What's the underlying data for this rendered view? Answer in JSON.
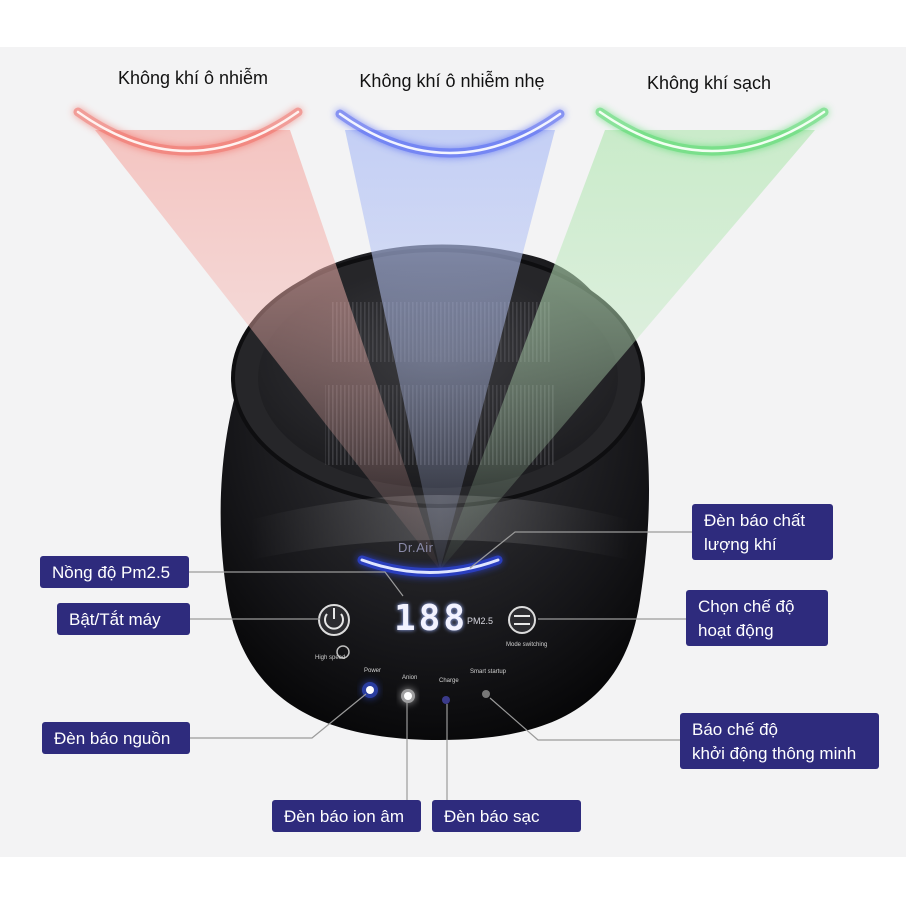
{
  "quality_indicators": [
    {
      "label": "Không khí ô nhiễm",
      "color": "#f05a50"
    },
    {
      "label": "Không khí ô nhiễm nhẹ",
      "color": "#4a5ff5"
    },
    {
      "label": "Không khí sạch",
      "color": "#4fd86a"
    }
  ],
  "device": {
    "brand": "Dr.Air",
    "display_value": "188",
    "display_unit": "PM2.5",
    "button_labels": {
      "power": "Power",
      "anion": "Anion",
      "charge": "Charge",
      "smart_startup": "Smart startup",
      "mode_switching": "Mode switching",
      "high_speed": "High speed"
    }
  },
  "callouts": {
    "air_quality_light": "Đèn báo chất\nlượng khí",
    "pm25": "Nồng độ Pm2.5",
    "power_toggle": "Bật/Tắt máy",
    "mode_select": "Chọn chế độ\nhoạt động",
    "power_light": "Đèn báo nguồn",
    "smart_startup": "Báo chế độ\nkhởi động thông minh",
    "ion_light": "Đèn báo ion âm",
    "charge_light": "Đèn báo sạc"
  },
  "colors": {
    "callout_bg": "#2e2b7d",
    "indicator_glow": "#2f4cff"
  }
}
